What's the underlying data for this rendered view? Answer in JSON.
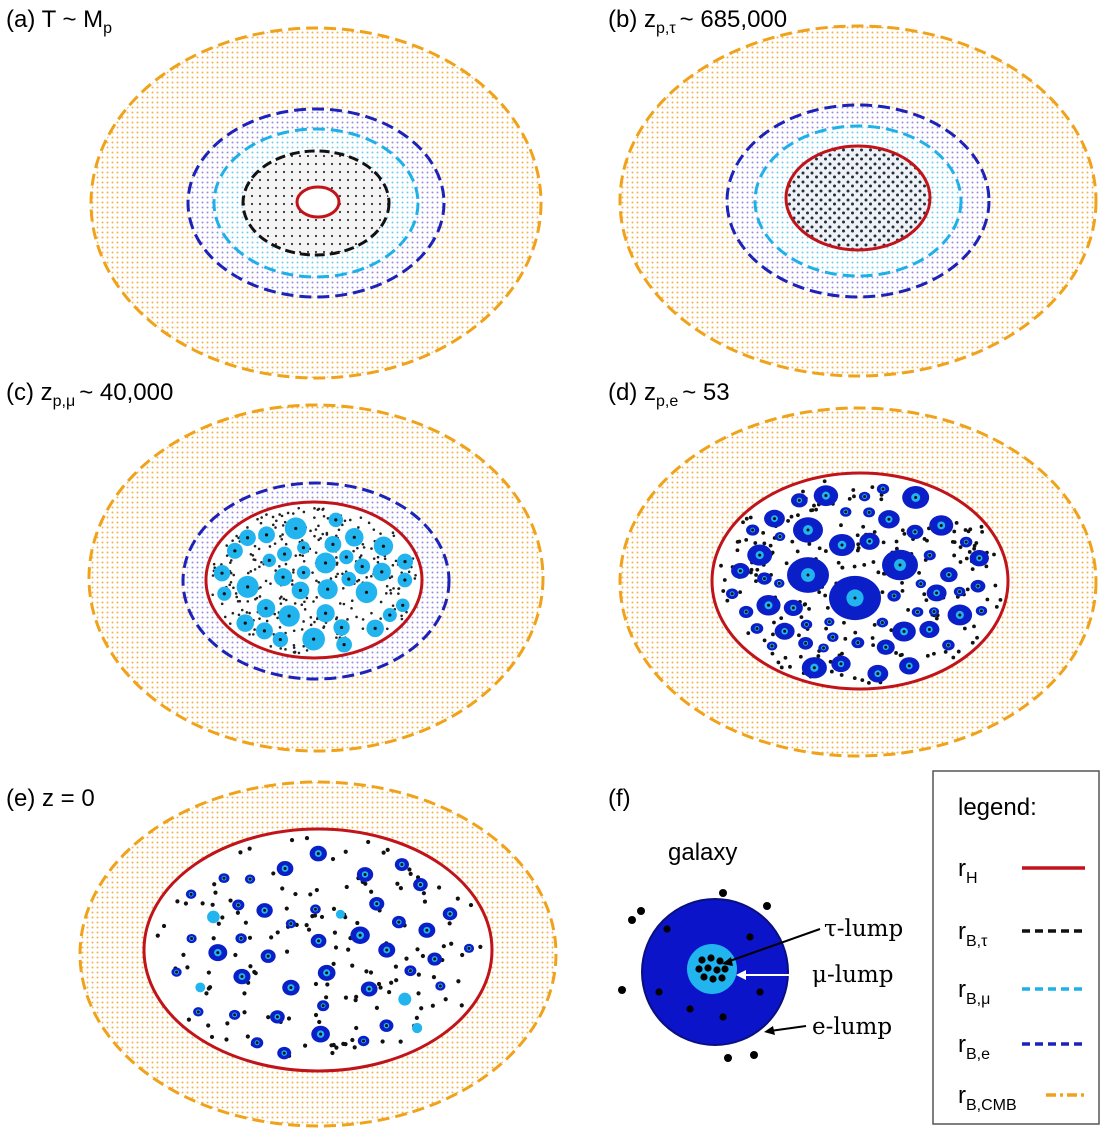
{
  "panels": {
    "a": {
      "prefix": "(a) T ~ M",
      "sub": "p",
      "suffix": ""
    },
    "b": {
      "prefix": "(b) z",
      "sub": "p,τ",
      "suffix": "~ 685,000"
    },
    "c": {
      "prefix": "(c) z",
      "sub": "p,μ",
      "suffix": "~ 40,000"
    },
    "d": {
      "prefix": "(d) z",
      "sub": "p,e",
      "suffix": "~ 53"
    },
    "e": {
      "prefix": "(e) z = 0",
      "sub": "",
      "suffix": ""
    },
    "f": {
      "prefix": "(f)",
      "sub": "",
      "suffix": ""
    }
  },
  "galaxy": {
    "title": "galaxy",
    "tau_lump": "τ-lump",
    "mu_lump": "μ-lump",
    "e_lump": "e-lump"
  },
  "legend": {
    "title": "legend:",
    "items": [
      {
        "main": "r",
        "sub": "H",
        "color": "#c0141a",
        "style": "solid"
      },
      {
        "main": "r",
        "sub": "B,τ",
        "color": "#111111",
        "style": "dashed"
      },
      {
        "main": "r",
        "sub": "B,μ",
        "color": "#1fb0e8",
        "style": "dashed"
      },
      {
        "main": "r",
        "sub": "B,e",
        "color": "#1d22b8",
        "style": "dashed"
      },
      {
        "main": "r",
        "sub": "B,CMB",
        "color": "#f0a21a",
        "style": "dashdot"
      }
    ]
  },
  "colors": {
    "horizon": "#c0141a",
    "tau": "#111111",
    "mu": "#1fb0e8",
    "e": "#1d22b8",
    "cmb": "#f0a21a",
    "mu_fill": "#22b4ee",
    "e_fill": "#0a1fc8",
    "dark_blue": "#0b1aa6"
  }
}
